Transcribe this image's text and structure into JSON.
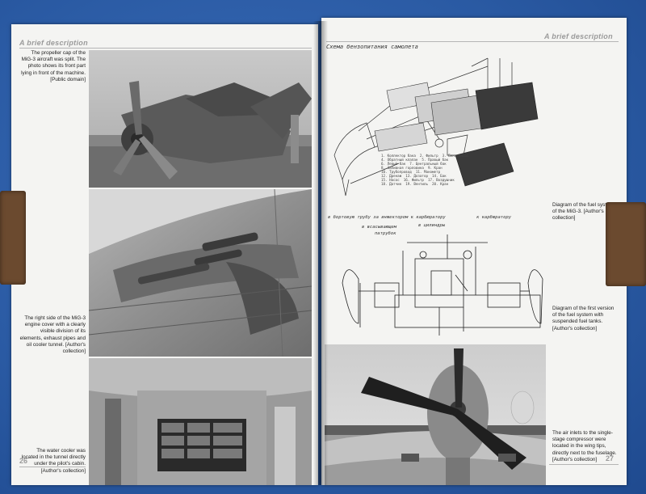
{
  "left_page": {
    "header": "A brief description",
    "page_number": "26",
    "captions": [
      "The propeller cap of the MiG-3 aircraft was split. The photo shows its front part lying in front of the machine. [Public domain]",
      "The right side of the MiG-3 engine cover with a clearly visible division of its elements, exhaust pipes and oil cooler tunnel. [Author's collection]",
      "The water cooler was located in the tunnel directly under the pilot's cabin. [Author's collection]"
    ]
  },
  "right_page": {
    "header": "A brief description",
    "page_number": "27",
    "diagram1_title": "Схема бензопитания самолета",
    "diagram2_label_a": "в бортовую трубу за инжектором к карбюратору",
    "diagram2_label_b": "к карбюратору",
    "diagram2_label_c": "в цилиндры",
    "diagram2_label_d": "в всасывающем",
    "diagram2_label_e": "патрубок",
    "captions": [
      "Diagram of the fuel system of the MiG-3. [Author's collection]",
      "Diagram of the first version of the fuel system with suspended fuel tanks. [Author's collection]",
      "The air inlets to the single-stage compressor were located in the wing tips, directly next to the fuselage. [Author's collection]"
    ]
  },
  "colors": {
    "background": "#2f5fa8",
    "paper": "#f4f4f2",
    "header_gray": "#9a9a9a",
    "cork": "#6b4a2f"
  }
}
